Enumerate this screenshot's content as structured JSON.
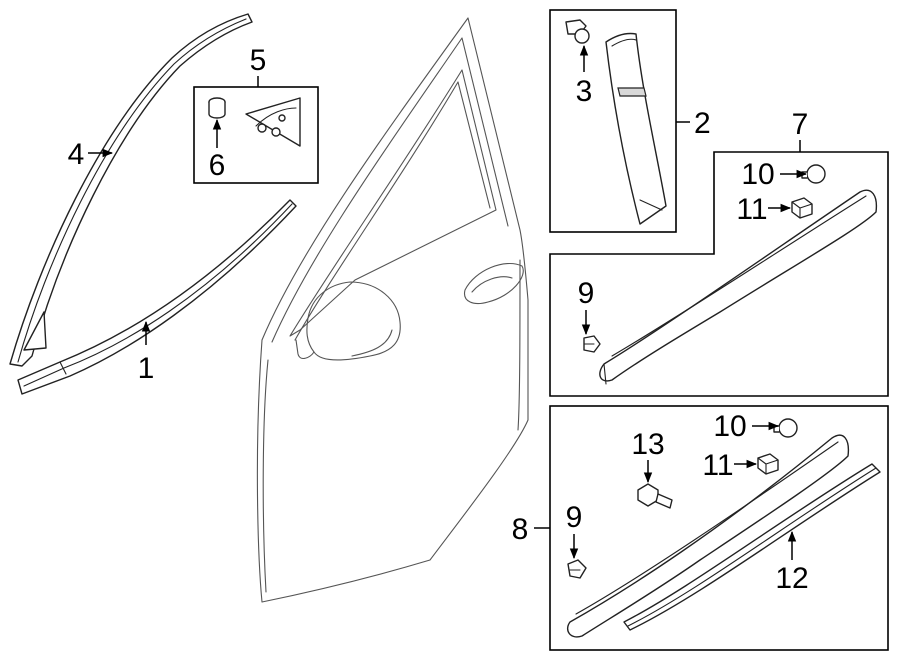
{
  "callouts": {
    "c1": "1",
    "c2": "2",
    "c3": "3",
    "c4": "4",
    "c5": "5",
    "c6": "6",
    "c7": "7",
    "c8": "8",
    "c9a": "9",
    "c9b": "9",
    "c10a": "10",
    "c10b": "10",
    "c11a": "11",
    "c11b": "11",
    "c12": "12",
    "c13": "13"
  }
}
